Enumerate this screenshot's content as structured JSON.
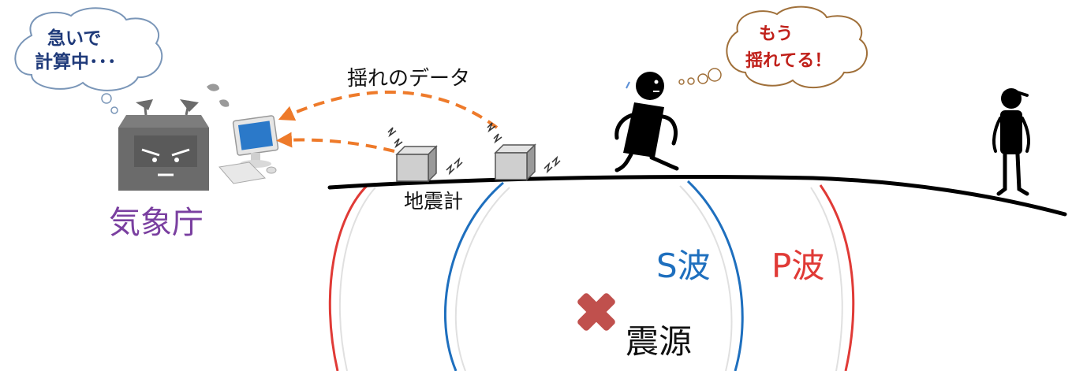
{
  "bubble_left": {
    "line1": "急いで",
    "line2": "計算中･･･",
    "color": "#1f3a7a"
  },
  "bubble_right": {
    "line1": "もう",
    "line2": "揺れてる！",
    "color": "#c0201a",
    "border": "#a0703a"
  },
  "data_label": "揺れのデータ",
  "seismometer_label": "地震計",
  "agency_label": "気象庁",
  "s_wave_label": "S波",
  "p_wave_label": "P波",
  "epicenter_label": "震源",
  "colors": {
    "s_wave": "#1e6fbe",
    "p_wave": "#e03a36",
    "arrow": "#ee7a2a",
    "agency_text": "#7a3fa0",
    "epicenter_mark": "#c0504d",
    "ground": "#000000"
  },
  "icons": [
    "thought-bubble-icon",
    "building-face-icon",
    "computer-icon",
    "seismometer-icon",
    "running-person-icon",
    "standing-person-icon",
    "epicenter-x-icon"
  ]
}
